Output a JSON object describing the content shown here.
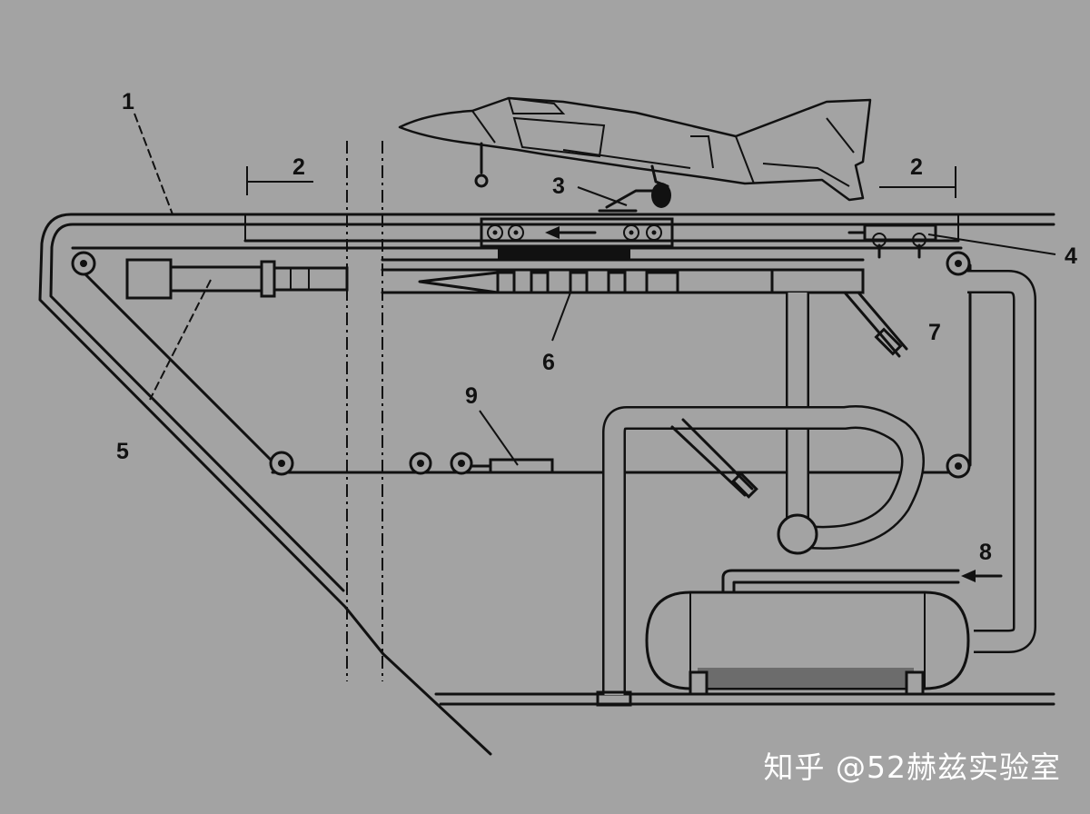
{
  "labels": {
    "l1": "1",
    "l2a": "2",
    "l2b": "2",
    "l3": "3",
    "l4": "4",
    "l5": "5",
    "l6": "6",
    "l7": "7",
    "l8": "8",
    "l9": "9"
  },
  "watermark": "知乎 @52赫兹实验室",
  "colors": {
    "background": "#a3a3a3",
    "ink": "#111111",
    "watermark": "#ffffff"
  }
}
